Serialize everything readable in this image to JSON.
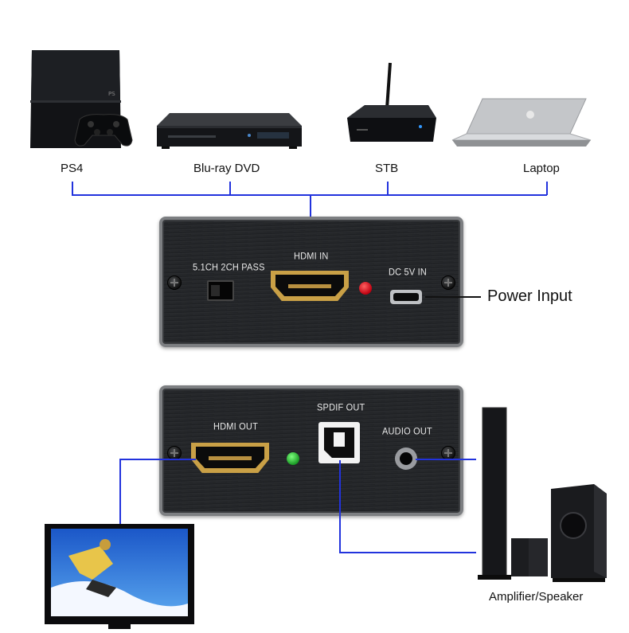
{
  "sources": {
    "ps4": "PS4",
    "bluray": "Blu-ray DVD",
    "stb": "STB",
    "laptop": "Laptop"
  },
  "top_panel": {
    "switch_label": "5.1CH  2CH PASS",
    "hdmi_in_label": "HDMI IN",
    "dc_label": "DC 5V IN"
  },
  "power_input_label": "Power Input",
  "bottom_panel": {
    "hdmi_out_label": "HDMI OUT",
    "spdif_label": "SPDIF OUT",
    "audio_out_label": "AUDIO OUT"
  },
  "amplifier_label": "Amplifier/Speaker",
  "colors": {
    "connector_line": "#2233dd",
    "hdmi_gold": "#c9a046",
    "led_red": "#e0141e",
    "led_green": "#2fbf3a"
  },
  "icons": [
    "ps4-console-icon",
    "bluray-player-icon",
    "set-top-box-icon",
    "laptop-icon",
    "tv-monitor-icon",
    "speaker-system-icon"
  ]
}
